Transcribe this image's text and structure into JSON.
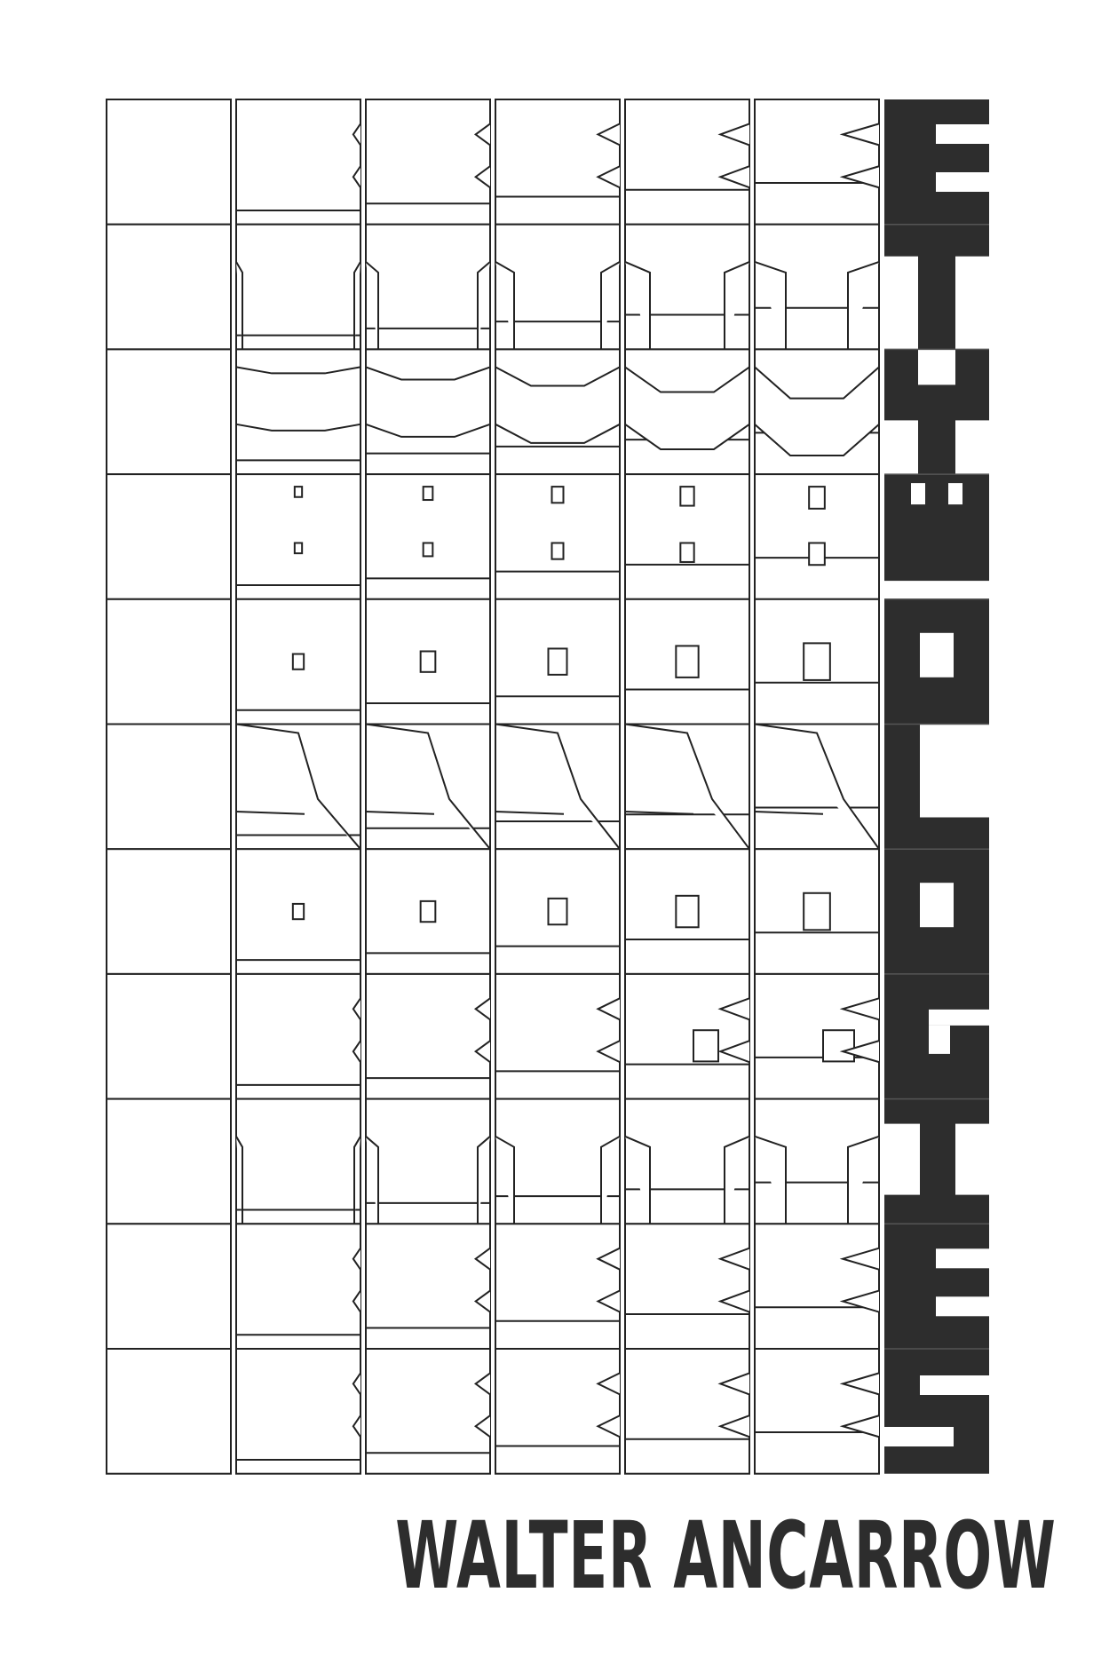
{
  "cover": {
    "title_letters": [
      "E",
      "T",
      "Y",
      "M",
      "O",
      "L",
      "O",
      "G",
      "I",
      "E",
      "S"
    ],
    "author": "WALTER ANCARROW",
    "columns": 7,
    "rows": 11,
    "colors": {
      "ink": "#2d2d2d",
      "line": "#222222",
      "paper": "#ffffff"
    }
  }
}
